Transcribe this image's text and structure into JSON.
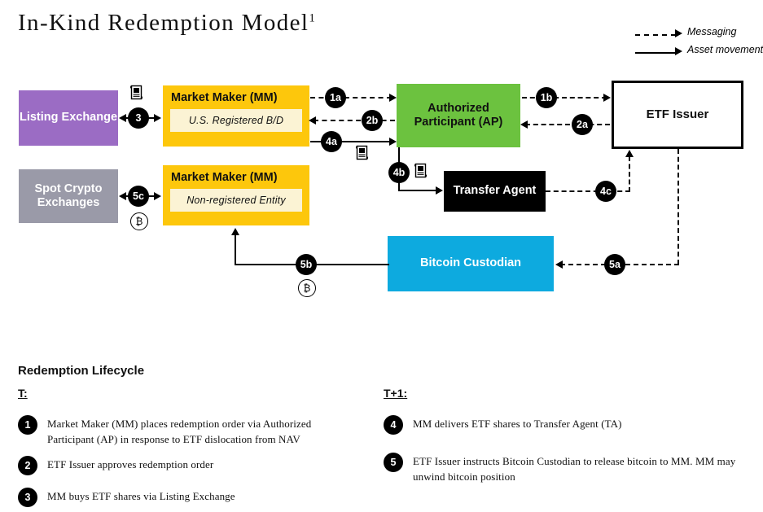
{
  "title": {
    "text": "In-Kind Redemption Model",
    "footnote": "1"
  },
  "legend": {
    "items": [
      {
        "style": "dashed",
        "label": "Messaging",
        "icon": "dashed-arrow-icon"
      },
      {
        "style": "solid",
        "label": "Asset movement",
        "icon": "solid-arrow-icon"
      }
    ]
  },
  "colors": {
    "listing_exchange": "#9b6cc4",
    "spot_crypto": "#9a9aa8",
    "market_maker": "#fdc70c",
    "market_maker_inner": "#fbf3d4",
    "authorized_participant": "#6cc23f",
    "etf_issuer": "#ffffff",
    "transfer_agent": "#000000",
    "bitcoin_custodian": "#0daadf"
  },
  "nodes": {
    "listing_exchange": "Listing Exchange",
    "spot_crypto": "Spot Crypto Exchanges",
    "market_maker_top": {
      "title": "Market Maker (MM)",
      "subtitle": "U.S. Registered  B/D"
    },
    "market_maker_bottom": {
      "title": "Market Maker (MM)",
      "subtitle": "Non-registered Entity"
    },
    "authorized_participant": "Authorized Participant (AP)",
    "etf_issuer": "ETF Issuer",
    "transfer_agent": "Transfer Agent",
    "bitcoin_custodian": "Bitcoin Custodian"
  },
  "flow_badges": {
    "b1a": "1a",
    "b1b": "1b",
    "b2a": "2a",
    "b2b": "2b",
    "b3": "3",
    "b4a": "4a",
    "b4b": "4b",
    "b4c": "4c",
    "b5a": "5a",
    "b5b": "5b",
    "b5c": "5c"
  },
  "bitcoin_symbol": "₿",
  "lifecycle": {
    "heading": "Redemption Lifecycle",
    "phase_t": "T:",
    "phase_t1": "T+1:",
    "steps_t": [
      {
        "num": "1",
        "text": "Market Maker (MM) places redemption order via Authorized Participant (AP) in response to ETF dislocation from NAV"
      },
      {
        "num": "2",
        "text": "ETF Issuer approves redemption order"
      },
      {
        "num": "3",
        "text": "MM buys ETF shares via Listing Exchange"
      }
    ],
    "steps_t1": [
      {
        "num": "4",
        "text": "MM delivers ETF shares to Transfer Agent (TA)"
      },
      {
        "num": "5",
        "text": "ETF Issuer instructs Bitcoin Custodian to release bitcoin to MM. MM may unwind bitcoin position"
      }
    ]
  }
}
